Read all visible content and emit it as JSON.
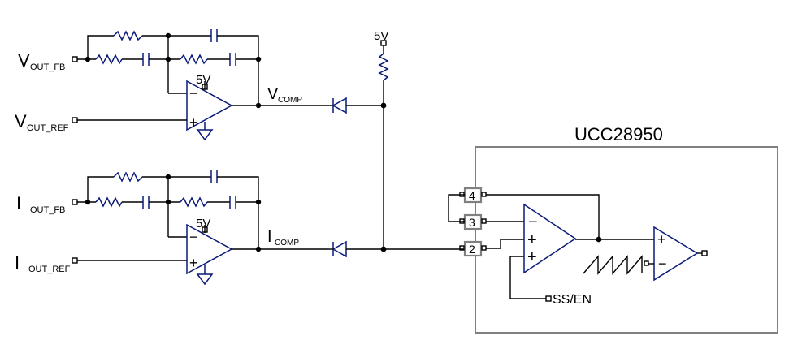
{
  "labels": {
    "vout_fb": {
      "main": "V",
      "sub": "OUT_FB"
    },
    "vout_ref": {
      "main": "V",
      "sub": "OUT_REF"
    },
    "iout_fb": {
      "main": "I",
      "sub": "OUT_FB"
    },
    "iout_ref": {
      "main": "I",
      "sub": "OUT_REF"
    },
    "vcomp": {
      "main": "V",
      "sub": "COMP"
    },
    "icomp": {
      "main": "I",
      "sub": "COMP"
    },
    "supply_top": "5V",
    "supply_amp1": "5V",
    "supply_amp2": "5V"
  },
  "chip": {
    "name": "UCC28950",
    "pins": [
      "4",
      "3",
      "2"
    ],
    "ss_en": "SS/EN"
  },
  "opamp_signs": {
    "minus": "−",
    "plus": "+"
  }
}
